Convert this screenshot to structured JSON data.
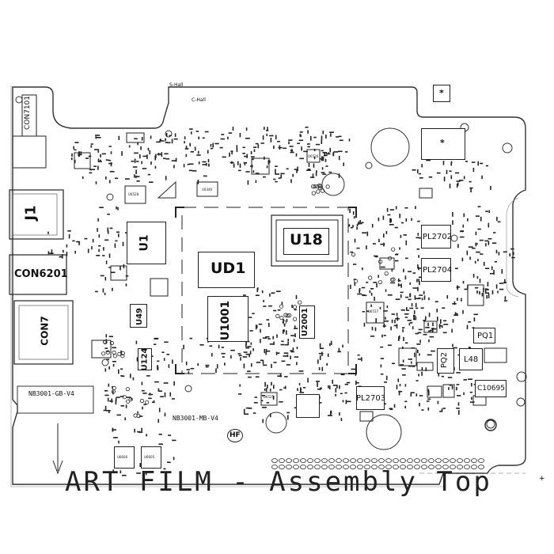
{
  "labels": {
    "con7101": "CON7101",
    "j1": "J1",
    "con6201": "CON6201",
    "con7": "CON7",
    "u1": "U1",
    "ud1": "UD1",
    "u18": "U18",
    "u1001": "U1001",
    "u2001": "U2001",
    "u49": "U49",
    "u124": "U124",
    "pl2702": "PL2702",
    "pl2704": "PL2704",
    "pl2703": "PL2703",
    "pq1": "PQ1",
    "pq2": "PQ2",
    "l48": "L48",
    "c10695": "C10695",
    "s_hall": "S-Hall",
    "c_hall": "C-Hall",
    "gb_board": "NB3001-GB-V4",
    "mb_board": "NB3001-MB-V4",
    "hf": "HF",
    "star1": "*",
    "star2": "*",
    "footer": "ART FILM - Assembly Top",
    "u0346": "U0346",
    "u6559": "U6559",
    "u6606": "U6606",
    "u6605": "U6605",
    "u6537": "U6537",
    "u6528": "U6528",
    "u6526": "U6526",
    "u6525": "U6525"
  }
}
